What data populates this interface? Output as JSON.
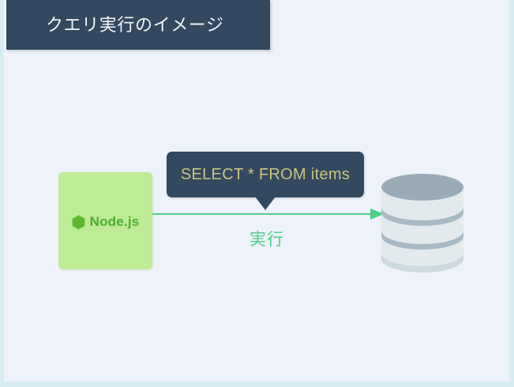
{
  "slide": {
    "header": {
      "title": "クエリ実行のイメージ"
    },
    "nodes": {
      "app": {
        "label": "Node.js",
        "icon": "hexagon-icon",
        "box_color": "#bdeb96",
        "text_color": "#4cae2e"
      },
      "database": {
        "name": "database-cylinder",
        "top_color": "#9aabb8",
        "body_color": "#e3eaee",
        "band_color": "#a9bac4"
      }
    },
    "query_bubble": {
      "text": "SELECT * FROM items",
      "background": "#32495f",
      "text_color": "#ccc482"
    },
    "arrow": {
      "label": "実行",
      "color": "#4ecf87",
      "direction": "right"
    },
    "colors": {
      "canvas": "#eef2fa",
      "frame": "#d6eef3",
      "header": "#32495f",
      "header_text": "#f2f5f8"
    }
  }
}
